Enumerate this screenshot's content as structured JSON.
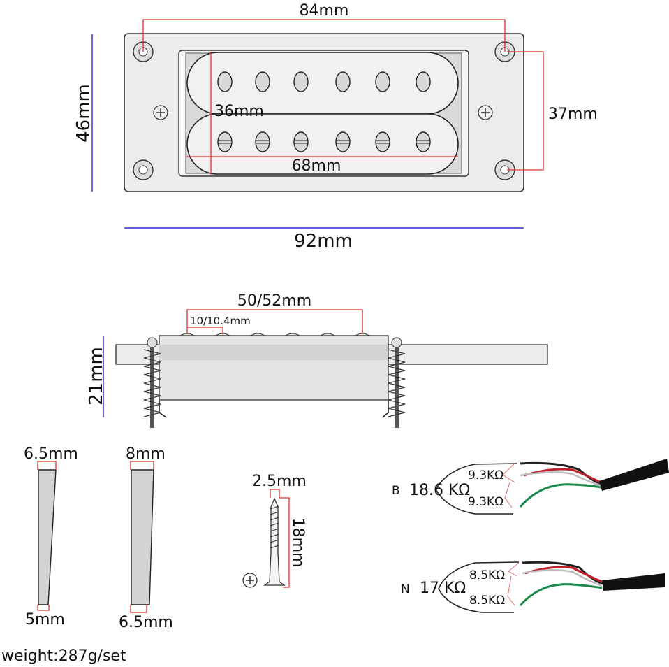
{
  "top_view": {
    "mount_hole_spacing": "84mm",
    "height": "46mm",
    "hole_vertical_spacing": "37mm",
    "coil_width": "36mm",
    "coil_length": "68mm",
    "total_length": "92mm"
  },
  "side_view": {
    "pole_span": "50/52mm",
    "pole_spacing": "10/10.4mm",
    "height": "21mm"
  },
  "spacers": [
    {
      "top": "6.5mm",
      "bottom": "5mm"
    },
    {
      "top": "8mm",
      "bottom": "6.5mm"
    }
  ],
  "screw": {
    "diameter": "2.5mm",
    "length": "18mm"
  },
  "wiring": [
    {
      "position": "B",
      "total": "18.6 KΩ",
      "coil_a": "9.3KΩ",
      "coil_b": "9.3KΩ"
    },
    {
      "position": "N",
      "total": "17 KΩ",
      "coil_a": "8.5KΩ",
      "coil_b": "8.5KΩ"
    }
  ],
  "weight": "weight:287g/set",
  "colors": {
    "dimension_red": "#e03030",
    "dimension_blue": "#2a2ad0",
    "part_fill": "#e8e8e8",
    "wire_red": "#c0202a",
    "wire_green": "#1a8a4a",
    "cable_black": "#111111"
  }
}
